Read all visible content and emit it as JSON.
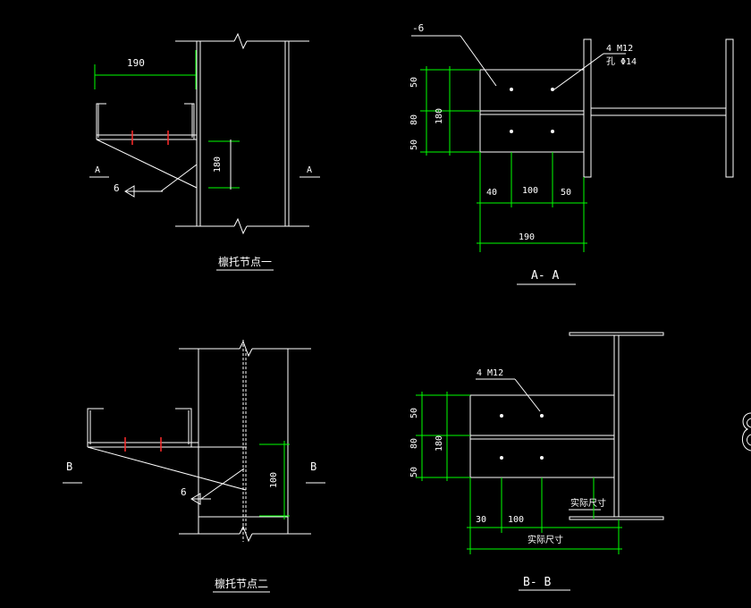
{
  "colors": {
    "background": "#000000",
    "lines": "#ffffff",
    "dimension": "#00ff00",
    "weld": "#ff2a2a"
  },
  "detail_one": {
    "title": "檩托节点一",
    "dim_width": "190",
    "dim_height": "180",
    "section_left": "A",
    "section_right": "A",
    "weld_size": "6"
  },
  "section_aa": {
    "title": "A- A",
    "plate_thickness": "-6",
    "bolt_label": "4 M12",
    "hole_label": "孔 Φ14",
    "dim_top": "50",
    "dim_mid": "80",
    "dim_bottom": "50",
    "dim_total": "180",
    "dim_left": "40",
    "dim_center": "100",
    "dim_right": "50",
    "dim_width": "190"
  },
  "detail_two": {
    "title": "檩托节点二",
    "dim_height": "100",
    "section_left": "B",
    "section_right": "B",
    "weld_size": "6"
  },
  "section_bb": {
    "title": "B- B",
    "bolt_label": "4 M12",
    "dim_top": "50",
    "dim_mid": "80",
    "dim_bottom": "50",
    "dim_total": "180",
    "dim_left": "30",
    "dim_center": "100",
    "actual_size_side": "实际尺寸",
    "actual_size_bottom": "实际尺寸"
  }
}
